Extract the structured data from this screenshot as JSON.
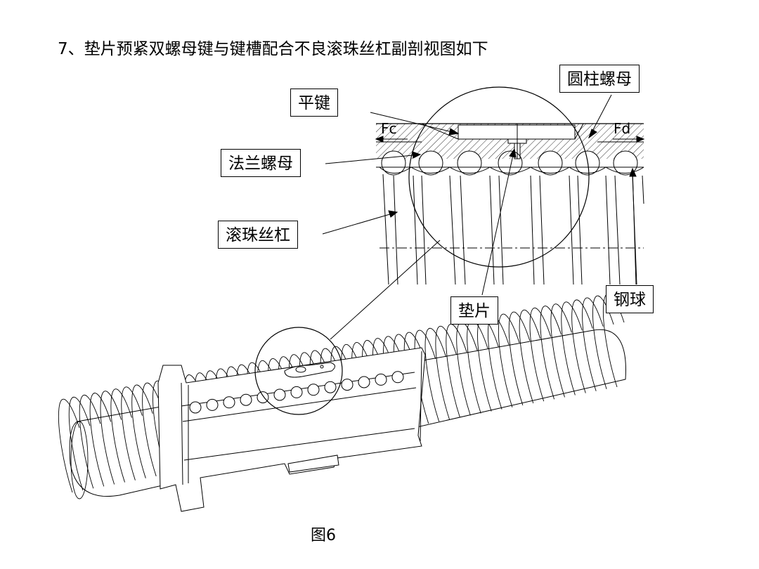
{
  "title": "7、垫片预紧双螺母键与键槽配合不良滚珠丝杠副剖视图如下",
  "labels": {
    "flat_key": "平键",
    "cylindrical_nut": "圆柱螺母",
    "flange_nut": "法兰螺母",
    "ball_screw": "滚珠丝杠",
    "shim": "垫片",
    "steel_ball": "钢球"
  },
  "forces": {
    "left": "Fc",
    "right": "Fd"
  },
  "caption": "图6"
}
